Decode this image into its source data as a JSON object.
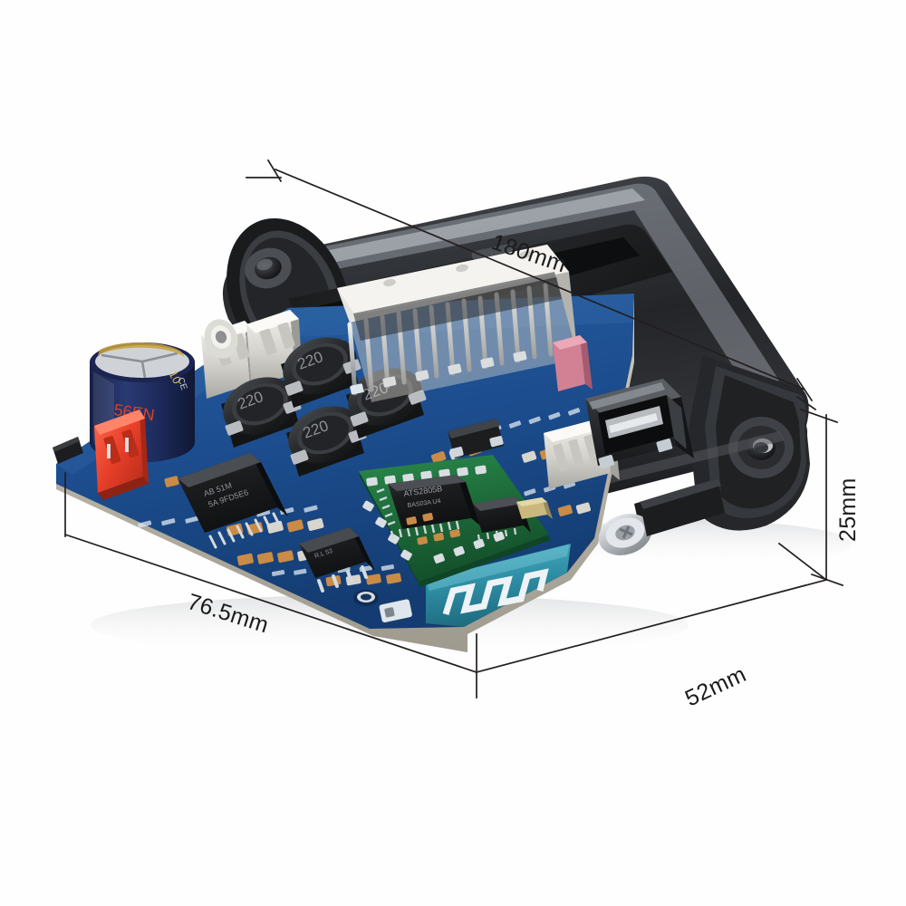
{
  "image": {
    "subject": "Bluetooth MP3 decoder board with black faceplate",
    "background_color": "#ffffff",
    "view": "three-quarter angled product photo"
  },
  "dimensions": {
    "line_color": "#231f20",
    "text_color": "#1b1b1b",
    "labels": [
      {
        "id": "length",
        "text": "180mm",
        "name": "dimension-label-180mm"
      },
      {
        "id": "height",
        "text": "25mm",
        "name": "dimension-label-25mm"
      },
      {
        "id": "board_len",
        "text": "76.5mm",
        "name": "dimension-label-76-5mm"
      },
      {
        "id": "board_wid",
        "text": "52mm",
        "name": "dimension-label-52mm"
      }
    ]
  },
  "product": {
    "faceplate": {
      "color": "#2e3033",
      "highlight": "#8d9196",
      "shadow": "#141517",
      "mount_holes": 2
    },
    "pcb": {
      "solder_mask": "#1d4f91",
      "silkscreen": "#e8eef5",
      "edge": "#b9b2a4",
      "antenna_substrate": "#2f8fa6"
    },
    "components": [
      {
        "name": "electrolytic-capacitor",
        "color": "#243b6b",
        "marking": "56EN"
      },
      {
        "name": "jst-power-connector",
        "color": "#e8402a"
      },
      {
        "name": "white-header-connectors",
        "color": "#f2f0ea",
        "count": 2
      },
      {
        "name": "power-inductor",
        "color": "#2b2d30",
        "marking": "220",
        "count": 4
      },
      {
        "name": "lcd-pin-header",
        "color": "#d8d7d2",
        "pins": 16
      },
      {
        "name": "usb-a-port",
        "color": "#2a2c2f"
      },
      {
        "name": "bluetooth-module",
        "color": "#1e6b3a",
        "chip_marking": "ATS2805B"
      },
      {
        "name": "amplifier-ic",
        "color": "#1c1d1f"
      },
      {
        "name": "soic-ic",
        "color": "#1c1d1f"
      },
      {
        "name": "ir-receiver",
        "color": "#d28094"
      },
      {
        "name": "mounting-screw",
        "color": "#c9ccd1"
      },
      {
        "name": "pcb-trace-antenna",
        "color": "#e9eef2"
      }
    ]
  }
}
